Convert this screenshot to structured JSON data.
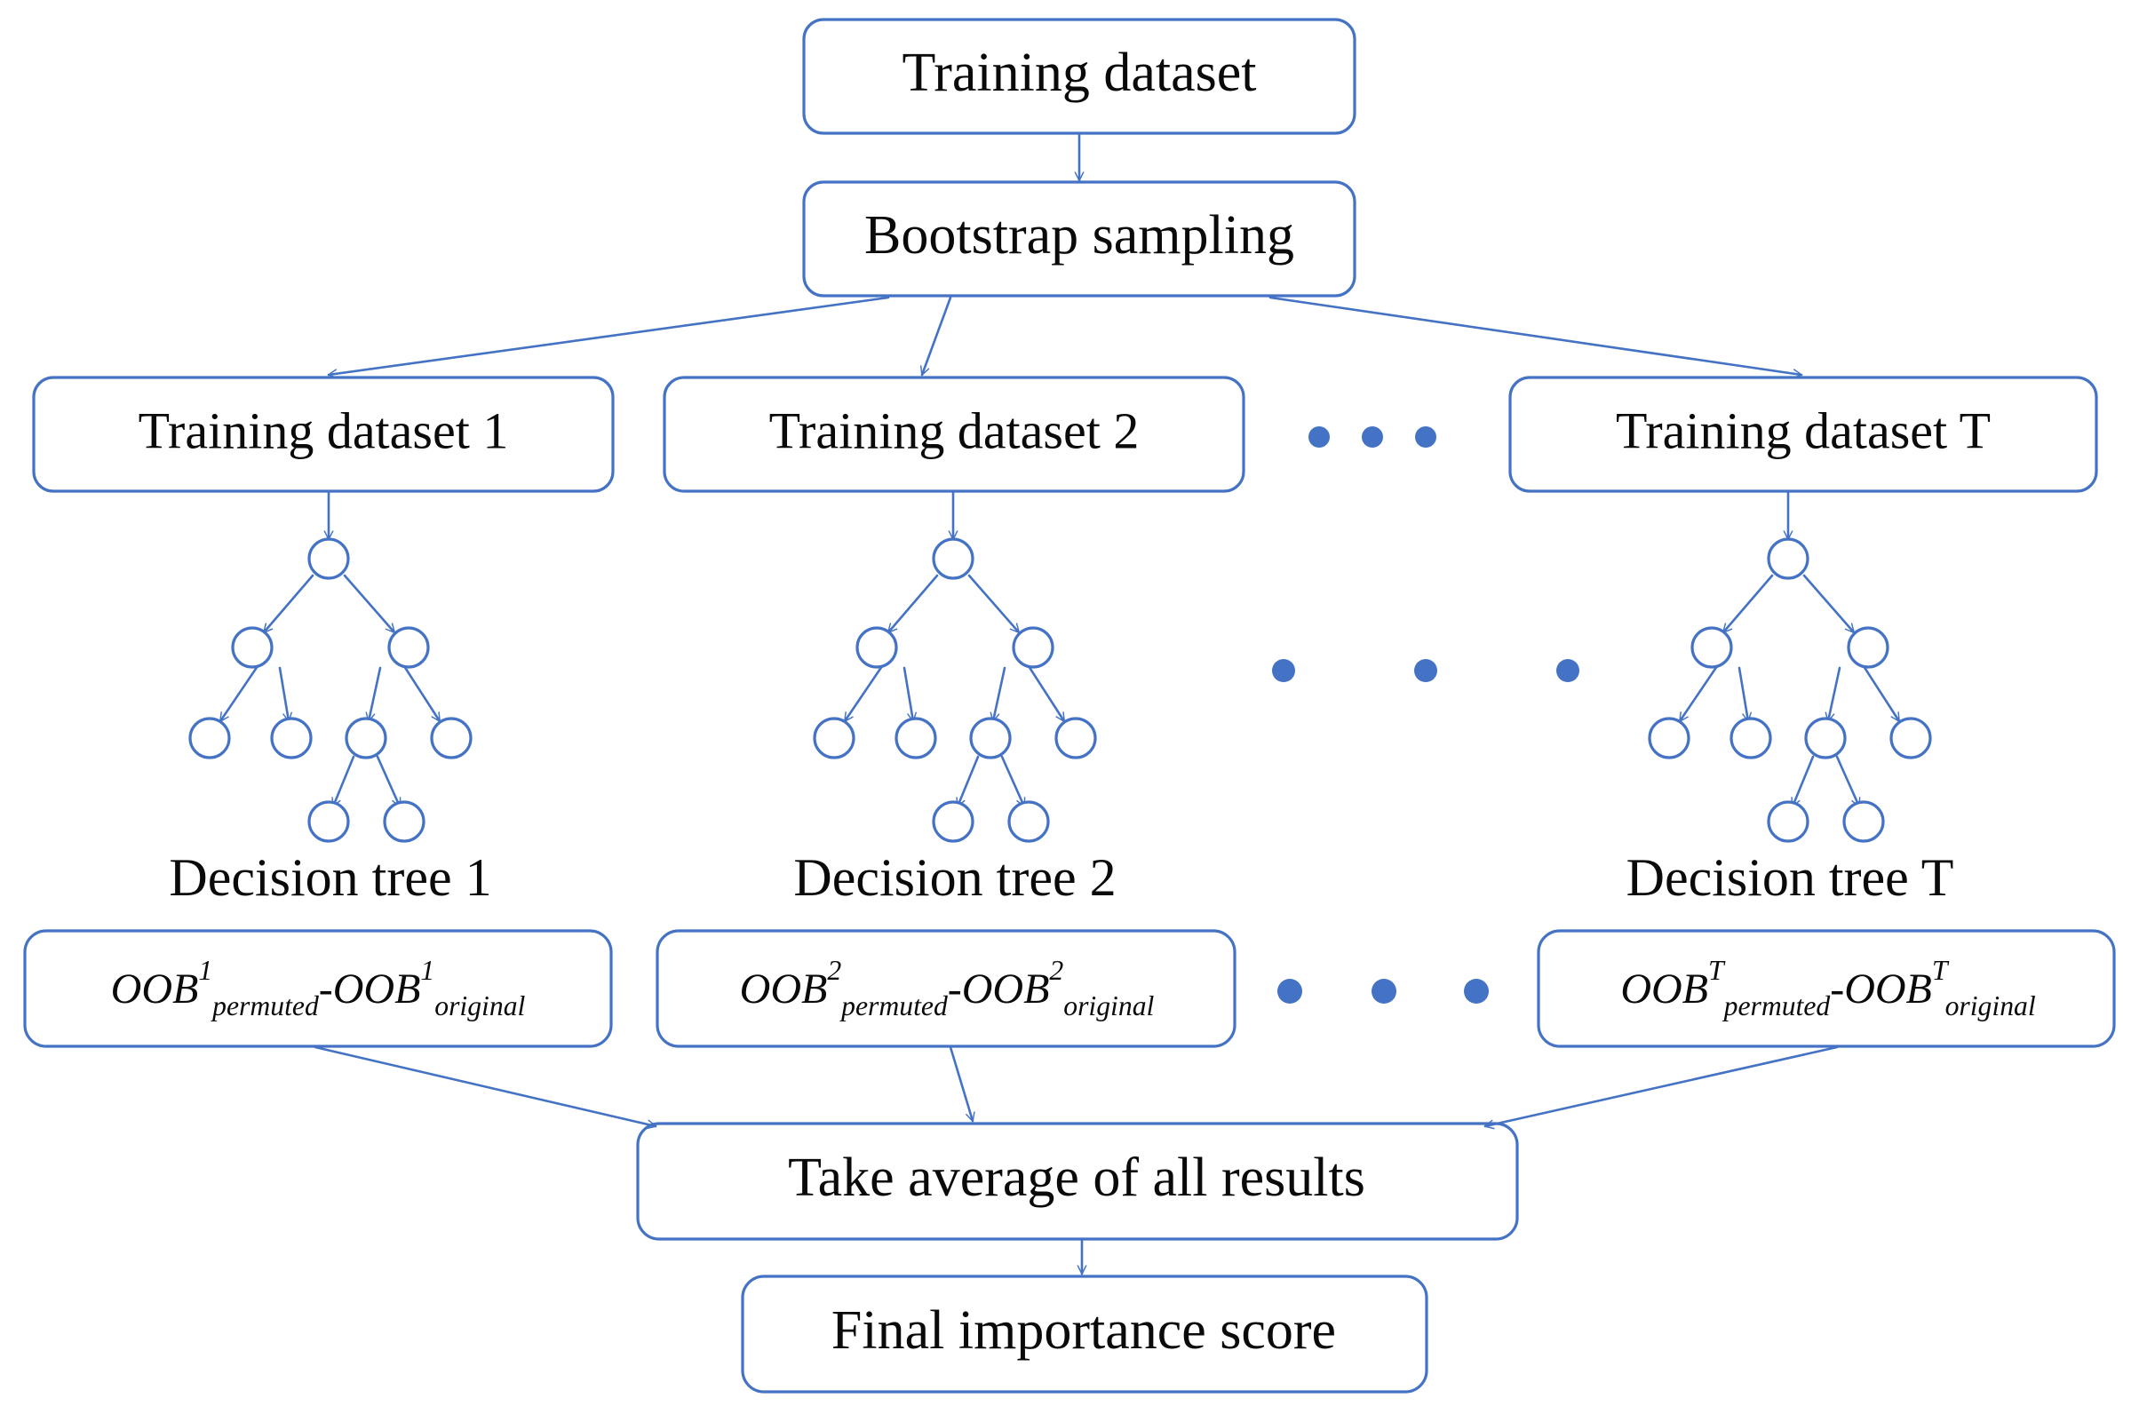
{
  "theme": {
    "stroke_color": "#4472C4",
    "text_color": "#0A0A0A",
    "background": "#FFFFFF",
    "dot_color": "#4472C4"
  },
  "diagram": {
    "title": "Random forest permutation feature importance flowchart",
    "boxes": {
      "training_dataset": "Training dataset",
      "bootstrap_sampling": "Bootstrap sampling",
      "training_dataset_1": "Training dataset 1",
      "training_dataset_2": "Training dataset 2",
      "training_dataset_T": "Training dataset T",
      "take_average": "Take average of all results",
      "final_score": "Final importance score"
    },
    "tree_labels": {
      "tree_1": "Decision tree 1",
      "tree_2": "Decision tree 2",
      "tree_T": "Decision tree T"
    },
    "formulas": [
      {
        "id": "oob-1",
        "base": "OOB",
        "superscript": "1",
        "subscript": "permuted",
        "operator": "-",
        "base2": "OOB",
        "superscript2": "1",
        "subscript2": "original",
        "plain": "OOB^1_permuted - OOB^1_original"
      },
      {
        "id": "oob-2",
        "base": "OOB",
        "superscript": "2",
        "subscript": "permuted",
        "operator": "-",
        "base2": "OOB",
        "superscript2": "2",
        "subscript2": "original",
        "plain": "OOB^2_permuted - OOB^2_original"
      },
      {
        "id": "oob-T",
        "base": "OOB",
        "superscript": "T",
        "subscript": "permuted",
        "operator": "-",
        "base2": "OOB",
        "superscript2": "T",
        "subscript2": "original",
        "plain": "OOB^T_permuted - OOB^T_original"
      }
    ],
    "ellipses": {
      "datasets_row": "• • •",
      "trees_row": "• • •",
      "formulas_row": "• • •"
    }
  }
}
